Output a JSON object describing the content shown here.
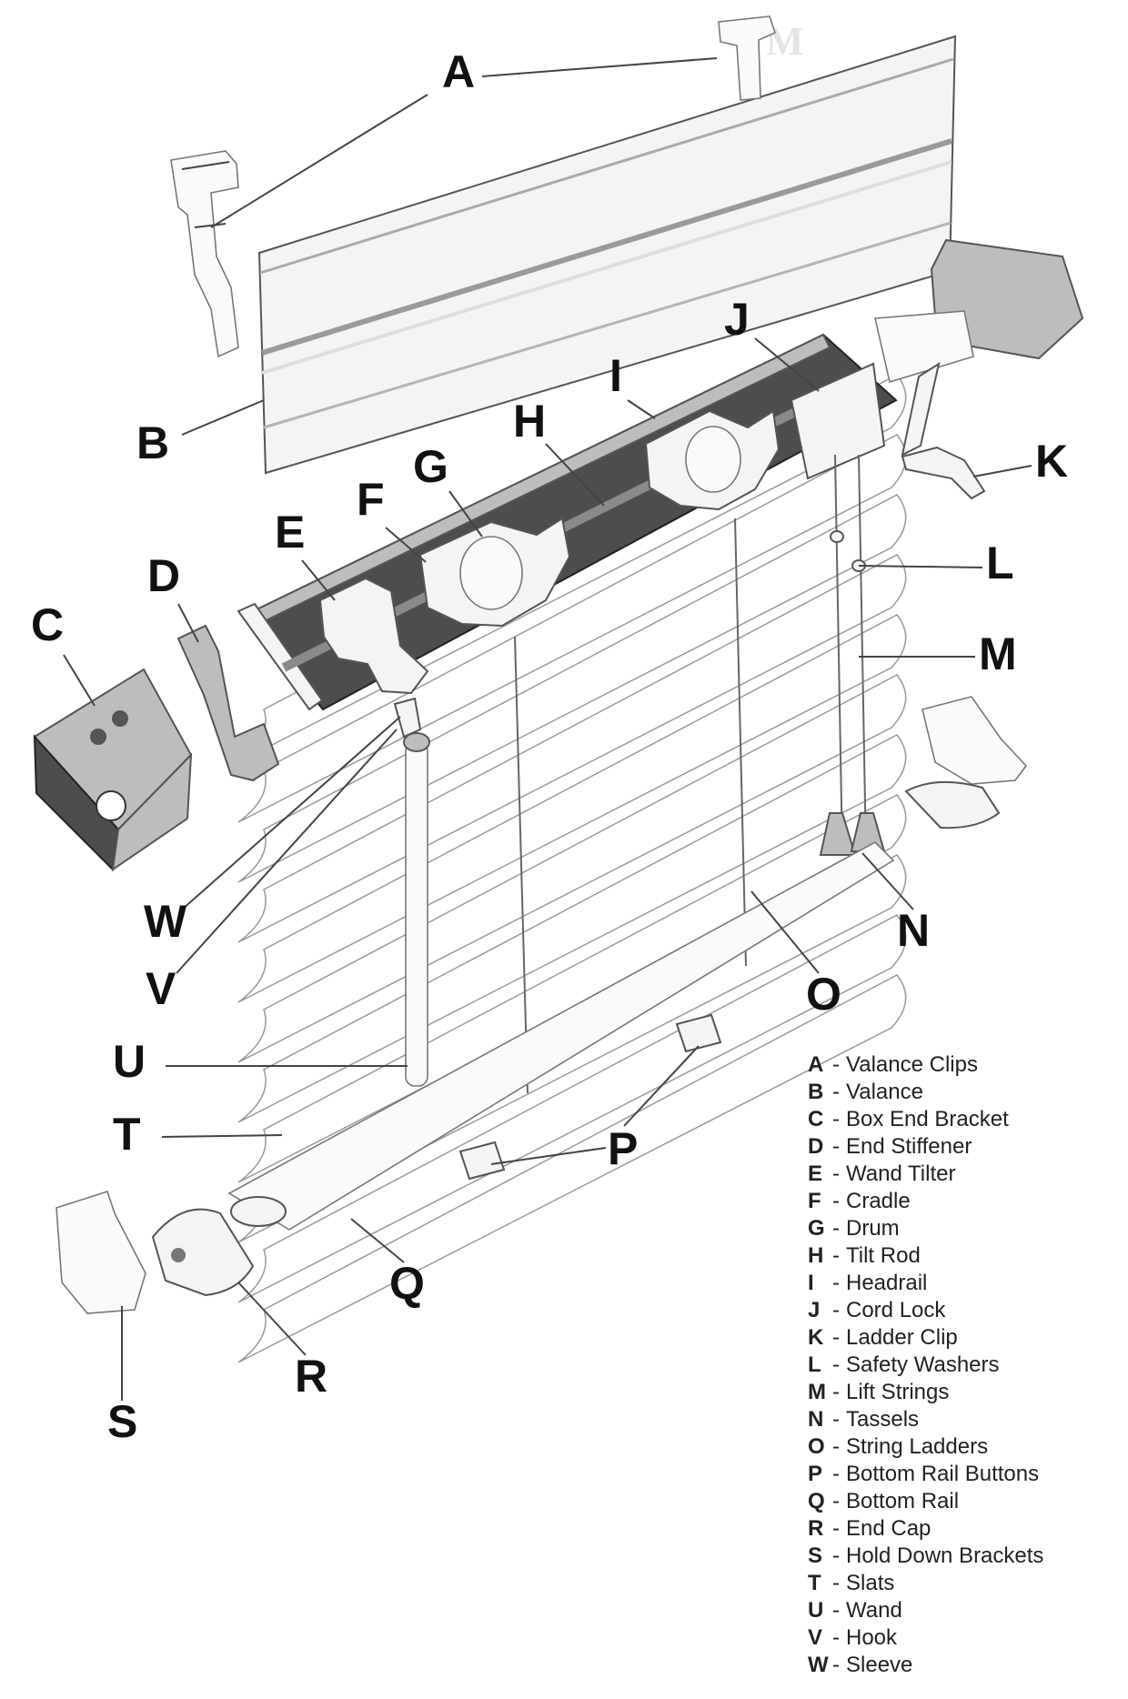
{
  "watermark": "M",
  "callouts": [
    {
      "letter": "A"
    },
    {
      "letter": "B"
    },
    {
      "letter": "C"
    },
    {
      "letter": "D"
    },
    {
      "letter": "E"
    },
    {
      "letter": "F"
    },
    {
      "letter": "G"
    },
    {
      "letter": "H"
    },
    {
      "letter": "I"
    },
    {
      "letter": "J"
    },
    {
      "letter": "K"
    },
    {
      "letter": "L"
    },
    {
      "letter": "M"
    },
    {
      "letter": "N"
    },
    {
      "letter": "O"
    },
    {
      "letter": "P"
    },
    {
      "letter": "Q"
    },
    {
      "letter": "R"
    },
    {
      "letter": "S"
    },
    {
      "letter": "T"
    },
    {
      "letter": "U"
    },
    {
      "letter": "V"
    },
    {
      "letter": "W"
    }
  ],
  "legend": {
    "separator": "-",
    "items": [
      {
        "letter": "A",
        "name": "Valance Clips"
      },
      {
        "letter": "B",
        "name": "Valance"
      },
      {
        "letter": "C",
        "name": "Box End Bracket"
      },
      {
        "letter": "D",
        "name": "End Stiffener"
      },
      {
        "letter": "E",
        "name": "Wand Tilter"
      },
      {
        "letter": "F",
        "name": "Cradle"
      },
      {
        "letter": "G",
        "name": "Drum"
      },
      {
        "letter": "H",
        "name": "Tilt Rod"
      },
      {
        "letter": "I",
        "name": "Headrail"
      },
      {
        "letter": "J",
        "name": "Cord Lock"
      },
      {
        "letter": "K",
        "name": "Ladder Clip"
      },
      {
        "letter": "L",
        "name": "Safety Washers"
      },
      {
        "letter": "M",
        "name": "Lift Strings"
      },
      {
        "letter": "N",
        "name": "Tassels"
      },
      {
        "letter": "O",
        "name": "String Ladders"
      },
      {
        "letter": "P",
        "name": "Bottom Rail Buttons"
      },
      {
        "letter": "Q",
        "name": "Bottom Rail"
      },
      {
        "letter": "R",
        "name": "End Cap"
      },
      {
        "letter": "S",
        "name": "Hold Down Brackets"
      },
      {
        "letter": "T",
        "name": "Slats"
      },
      {
        "letter": "U",
        "name": "Wand"
      },
      {
        "letter": "V",
        "name": "Hook"
      },
      {
        "letter": "W",
        "name": "Sleeve"
      }
    ]
  }
}
